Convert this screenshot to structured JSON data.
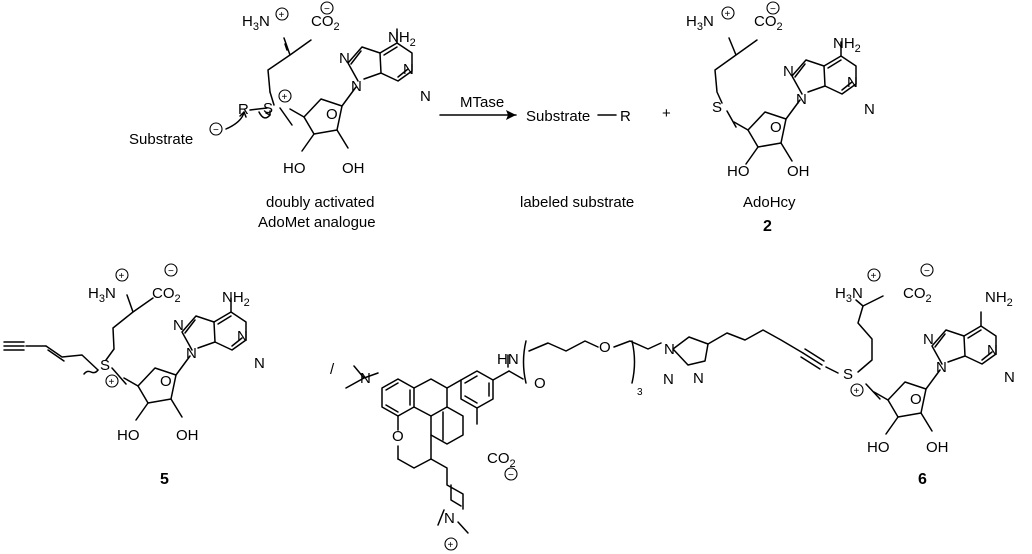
{
  "reaction": {
    "reagent_label": "MTase",
    "product_text": "Substrate",
    "product_r": "R",
    "plus": "+",
    "nucleophile": "Substrate"
  },
  "captions": {
    "analogue_line1": "doubly activated",
    "analogue_line2": "AdoMet analogue",
    "labeled": "labeled substrate",
    "adohcy_name": "AdoHcy",
    "adohcy_num": "2",
    "compound5": "5",
    "compound6": "6"
  },
  "atoms": {
    "h3n": "H₃N",
    "co2": "CO₂",
    "nh2": "NH₂",
    "n": "N",
    "o": "O",
    "s": "S",
    "r": "R",
    "oh": "OH",
    "ho": "HO",
    "hn": "HN",
    "sub3": "3",
    "plus_charge": "+",
    "minus_charge": "−"
  }
}
